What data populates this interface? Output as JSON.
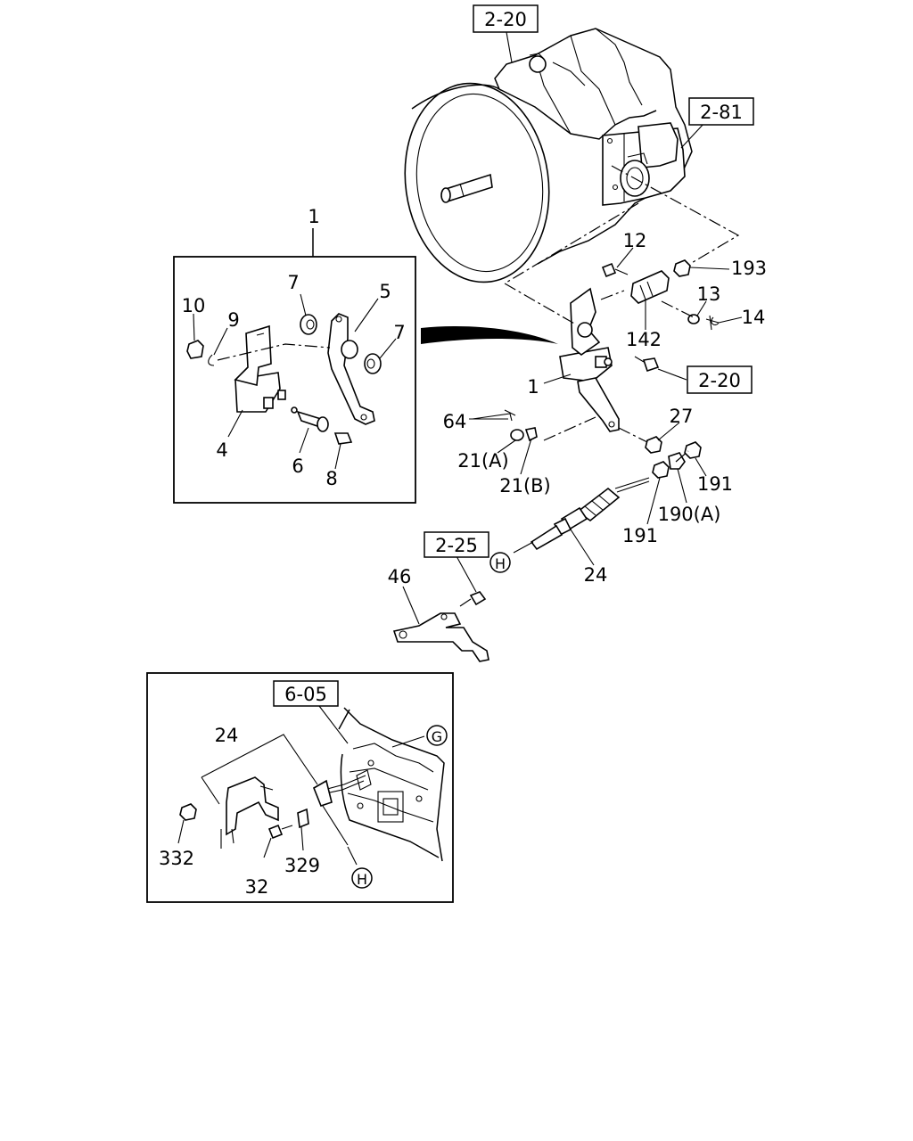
{
  "refs": {
    "r_2_20_top": "2-20",
    "r_2_81": "2-81",
    "r_2_20_right": "2-20",
    "r_2_25": "2-25",
    "r_6_05": "6-05"
  },
  "labels": {
    "l1_top": "1",
    "l7_a": "7",
    "l5": "5",
    "l10": "10",
    "l9": "9",
    "l7_b": "7",
    "l4": "4",
    "l6": "6",
    "l8": "8",
    "l12": "12",
    "l193": "193",
    "l13": "13",
    "l14": "14",
    "l142": "142",
    "l1_mid": "1",
    "l64": "64",
    "l27": "27",
    "l21a": "21(A)",
    "l21b": "21(B)",
    "l191_a": "191",
    "l190a": "190(A)",
    "l191_b": "191",
    "l24_mid": "24",
    "l46": "46",
    "l24_inset": "24",
    "l332": "332",
    "l329": "329",
    "l32": "32"
  },
  "markers": {
    "h1": "H",
    "g": "G",
    "h2": "H"
  }
}
